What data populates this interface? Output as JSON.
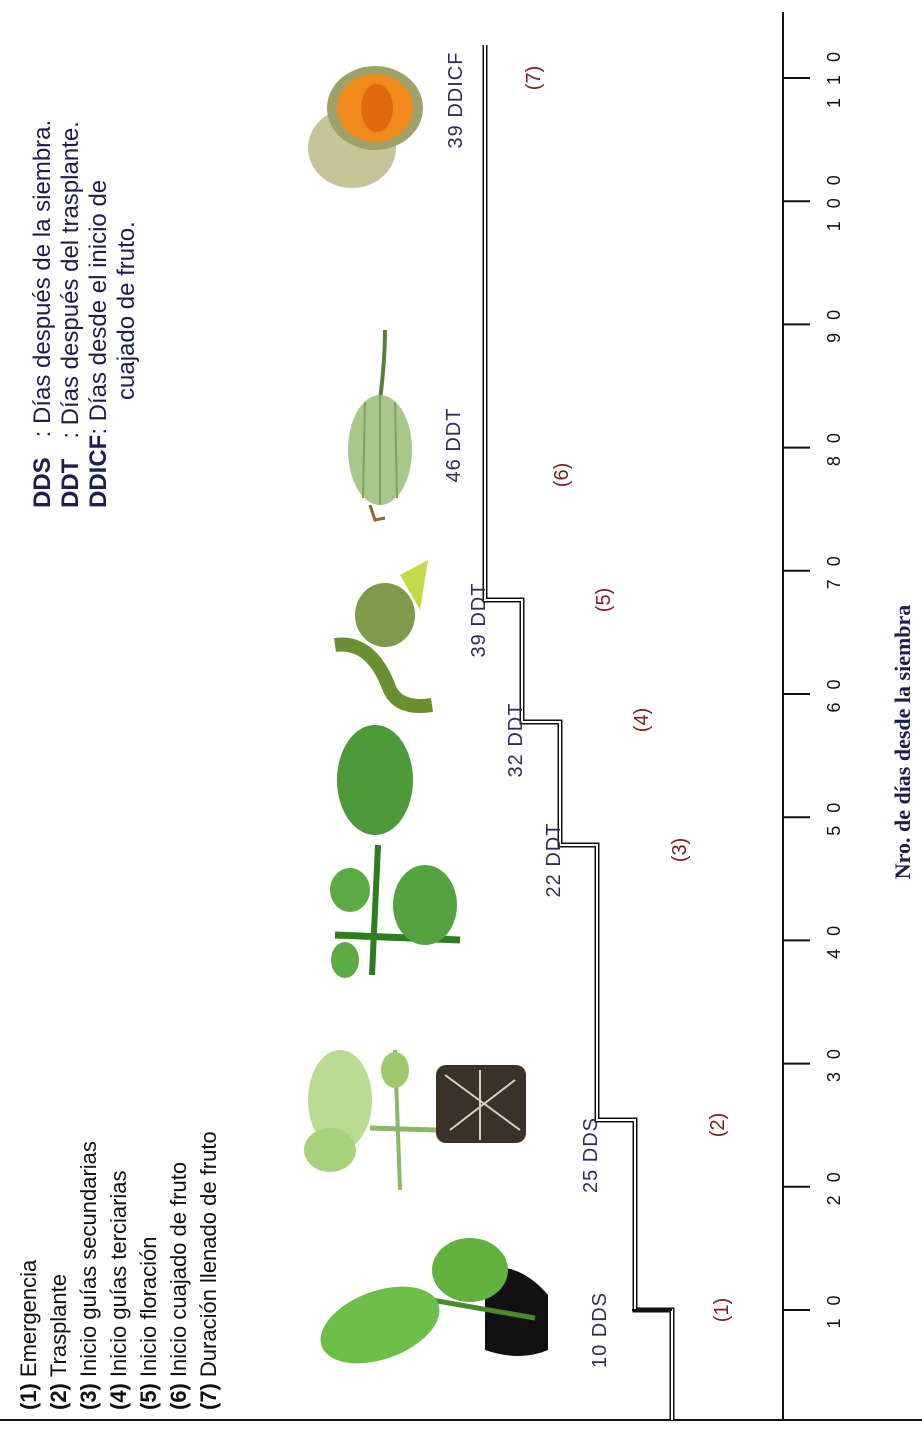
{
  "legend": {
    "items": [
      {
        "num": "(1)",
        "text": "Emergencia"
      },
      {
        "num": "(2)",
        "text": "Trasplante"
      },
      {
        "num": "(3)",
        "text": "Inicio guías  secundarias"
      },
      {
        "num": "(4)",
        "text": "Inicio guías terciarias"
      },
      {
        "num": "(5)",
        "text": "Inicio floración"
      },
      {
        "num": "(6)",
        "text": "Inicio cuajado de fruto"
      },
      {
        "num": "(7)",
        "text": "Duración llenado de fruto"
      }
    ]
  },
  "glossary": {
    "items": [
      {
        "abbr": "DDS",
        "sep": "   : ",
        "text": "Días  después  de la siembra."
      },
      {
        "abbr": "DDT",
        "sep": "   : ",
        "text": "Días  después  del trasplante."
      },
      {
        "abbr": "DDICF",
        "sep": ": ",
        "text": "Días desde el inicio de"
      }
    ],
    "continuation": "cuajado de fruto."
  },
  "axis": {
    "title": "Nro. de días desde la siembra",
    "ticks": [
      "1 0",
      "2 0",
      "3 0",
      "4 0",
      "5 0",
      "6 0",
      "7 0",
      "8 0",
      "9 0",
      "1 0 0",
      "1 1 0"
    ]
  },
  "stages": [
    {
      "num": "(1)",
      "duration": "10 DDS"
    },
    {
      "num": "(2)",
      "duration": "25 DDS"
    },
    {
      "num": "(3)",
      "duration": "22 DDT"
    },
    {
      "num": "(4)",
      "duration": "32 DDT"
    },
    {
      "num": "(5)",
      "duration": "39 DDT"
    },
    {
      "num": "(6)",
      "duration": "46 DDT"
    },
    {
      "num": "(7)",
      "duration": "39 DDICF"
    }
  ],
  "colors": {
    "text_dark": "#1a1f4d",
    "stage_number": "#7a2020",
    "leaf_green": "#5fae3a",
    "melon_orange": "#f08a1c"
  },
  "images": [
    "seedling-with-root-plug",
    "transplant-seedling-with-roots",
    "vine-with-secondary-runners",
    "flower-bud",
    "young-fruit",
    "cantaloupe-melon"
  ]
}
